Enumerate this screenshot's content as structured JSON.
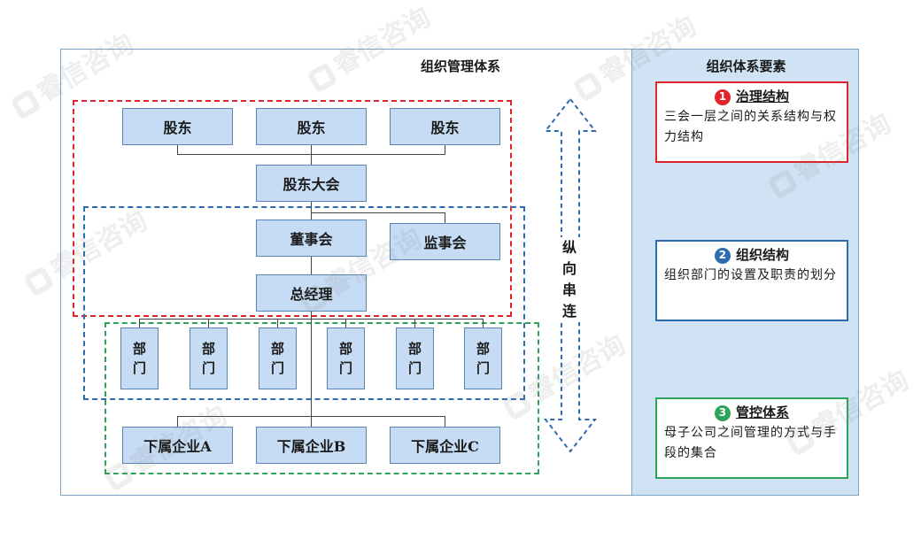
{
  "main_title": "组织管理体系",
  "right_title": "组织体系要素",
  "shareholders": [
    "股东",
    "股东",
    "股东"
  ],
  "shareholder_meeting": "股东大会",
  "board": "董事会",
  "supervisory_board": "监事会",
  "general_manager": "总经理",
  "department_label": "部\n门",
  "departments": [
    "部门",
    "部门",
    "部门",
    "部门",
    "部门",
    "部门"
  ],
  "subsidiaries": [
    "下属企业A",
    "下属企业B",
    "下属企业C"
  ],
  "vertical_label": "纵\n向\n串\n连",
  "elements": [
    {
      "number": "1",
      "title": "治理结构",
      "desc": "三会一层之间的关系结构与权力结构",
      "color": "#e0242a"
    },
    {
      "number": "2",
      "title": "组织结构",
      "desc": "组织部门的设置及职责的划分",
      "color": "#2e6cb0"
    },
    {
      "number": "3",
      "title": "管控体系",
      "desc": "母子公司之间管理的方式与手段的集合",
      "color": "#2ea35a"
    }
  ],
  "watermark_text": "睿信咨询",
  "colors": {
    "governance": "#e0242a",
    "organization": "#2e6cb0",
    "control": "#2ea35a",
    "box_fill": "#c6dcf4",
    "panel_fill": "#cfe3f5"
  }
}
